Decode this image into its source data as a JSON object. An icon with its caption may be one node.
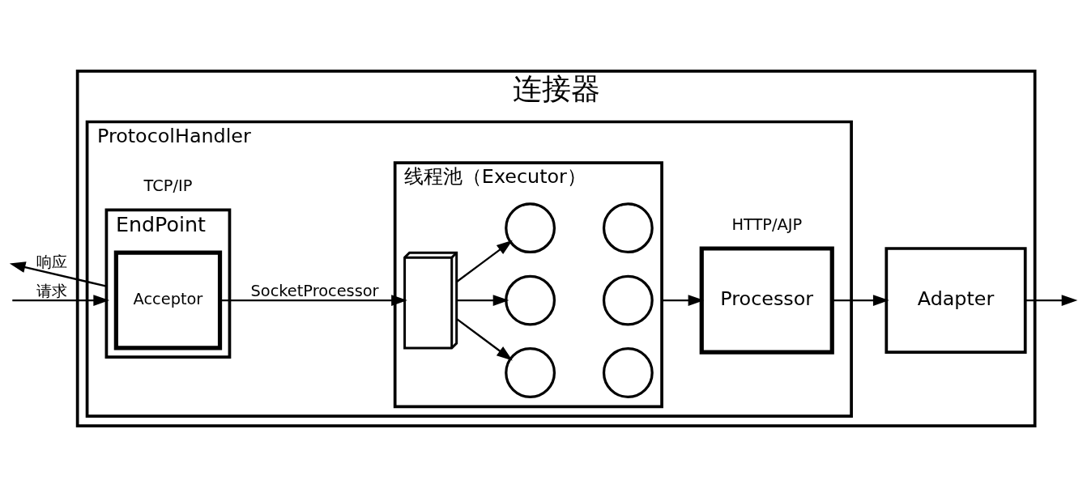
{
  "diagram": {
    "nodes": [
      {
        "text": [
          "连接器"
        ]
      },
      {
        "text": [
          "ProtocolHandler"
        ],
        "in": 0
      },
      {
        "text": [
          "EndPoint"
        ],
        "beside": [
          "TCP/IP"
        ],
        "in": 1
      },
      {
        "text": [
          "Acceptor"
        ],
        "in": 2
      },
      {
        "text": [
          "线程池（Executor）"
        ],
        "in": 1
      },
      {
        "text": [],
        "shape": "box",
        "in": 4
      },
      {
        "text": [],
        "shape": "circle",
        "in": 4
      },
      {
        "text": [],
        "shape": "circle",
        "in": 4
      },
      {
        "text": [],
        "shape": "circle",
        "in": 4
      },
      {
        "text": [],
        "shape": "circle",
        "in": 4
      },
      {
        "text": [],
        "shape": "circle",
        "in": 4
      },
      {
        "text": [],
        "shape": "circle",
        "in": 4
      },
      {
        "text": [
          "Processor"
        ],
        "beside": [
          "HTTP/AJP"
        ],
        "in": 1
      },
      {
        "text": [
          "Adapter"
        ],
        "in": 0
      }
    ],
    "edges": [
      {
        "from": null,
        "to": 2,
        "arrow": "to",
        "label": "请求"
      },
      {
        "from": 2,
        "to": null,
        "arrow": "to",
        "label": "响应"
      },
      {
        "from": 3,
        "to": 5,
        "arrow": "to",
        "label": "SocketProcessor"
      },
      {
        "from": 5,
        "to": 6,
        "arrow": "to"
      },
      {
        "from": 5,
        "to": 8,
        "arrow": "to"
      },
      {
        "from": 5,
        "to": 10,
        "arrow": "to"
      },
      {
        "from": 4,
        "to": 12,
        "arrow": "to"
      },
      {
        "from": 12,
        "to": 13,
        "arrow": "to"
      },
      {
        "from": 13,
        "to": null,
        "arrow": "to"
      }
    ]
  }
}
